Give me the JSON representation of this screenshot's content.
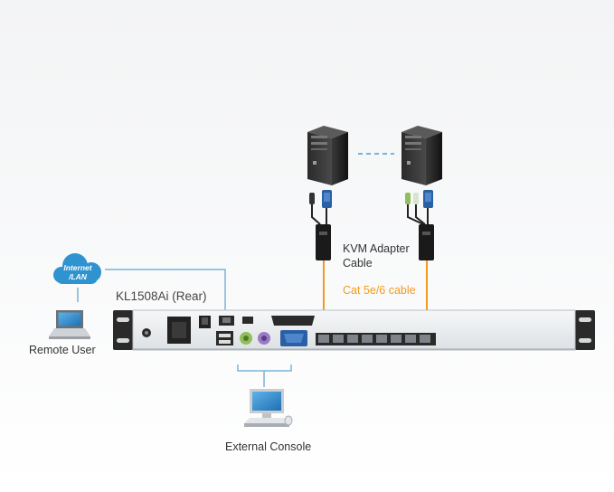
{
  "labels": {
    "kvm_adapter_line1": "KVM Adapter",
    "kvm_adapter_line2": "Cable",
    "cat_cable": "Cat 5e/6 cable",
    "product": "KL1508Ai (Rear)",
    "remote_user": "Remote User",
    "external_console": "External Console",
    "cloud_line1": "Internet",
    "cloud_line2": "/LAN"
  },
  "colors": {
    "cable_orange": "#f29a1e",
    "network_blue": "#7bb3d6",
    "cloud_blue": "#2f93d0",
    "computer_dark": "#1e1e1e",
    "rack_panel": "#e9ecef"
  }
}
